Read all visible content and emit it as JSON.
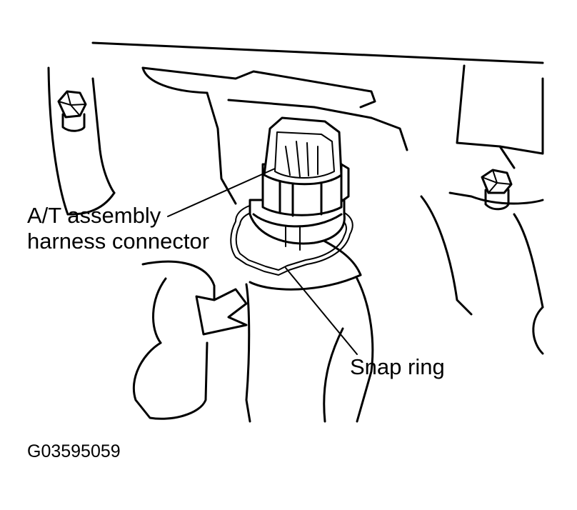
{
  "labels": {
    "connector_line1": "A/T assembly",
    "connector_line2": "harness connector",
    "snap_ring": "Snap ring",
    "figure_code": "G03595059"
  }
}
